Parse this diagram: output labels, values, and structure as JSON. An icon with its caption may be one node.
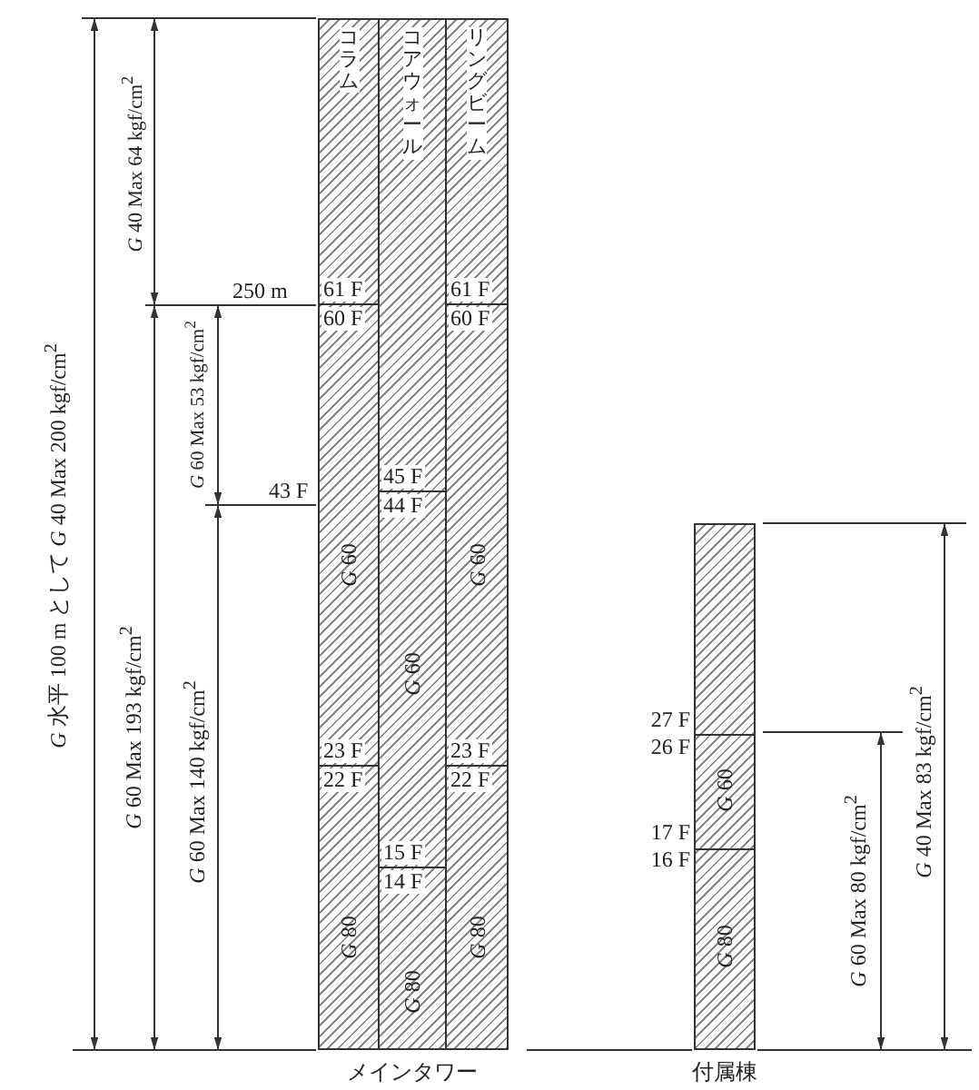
{
  "diagram": {
    "nodes": [
      {
        "text": [
          "コラム",
          "61 F",
          "60 F",
          "*G* 60",
          "23 F",
          "22 F",
          "*G* 80"
        ]
      },
      {
        "text": [
          "コアウォール",
          "45 F",
          "44 F",
          "*G* 60",
          "15 F",
          "14 F",
          "*G* 80"
        ]
      },
      {
        "text": [
          "リングビーム",
          "61 F",
          "60 F",
          "*G* 60",
          "23 F",
          "22 F",
          "*G* 80"
        ]
      },
      {
        "text": [
          "*G* 60",
          "*G* 80"
        ],
        "beside": [
          "27 F",
          "26 F",
          "17 F",
          "16 F"
        ]
      }
    ],
    "labels": [
      "*G* 40 Max 64 kgf/cm$^{2}$",
      "250 m",
      "*G* 60 Max 53 kgf/cm$^{2}$",
      "43 F",
      "*G* 水平 100 m として *G* 40 Max 200 kgf/cm$^{2}$",
      "*G* 60 Max 193 kgf/cm$^{2}$",
      "*G* 60 Max 140 kgf/cm$^{2}$",
      "*G* 60 Max 80 kgf/cm$^{2}$",
      "*G* 40 Max 83 kgf/cm$^{2}$",
      "メインタワー",
      "付属棟"
    ]
  }
}
